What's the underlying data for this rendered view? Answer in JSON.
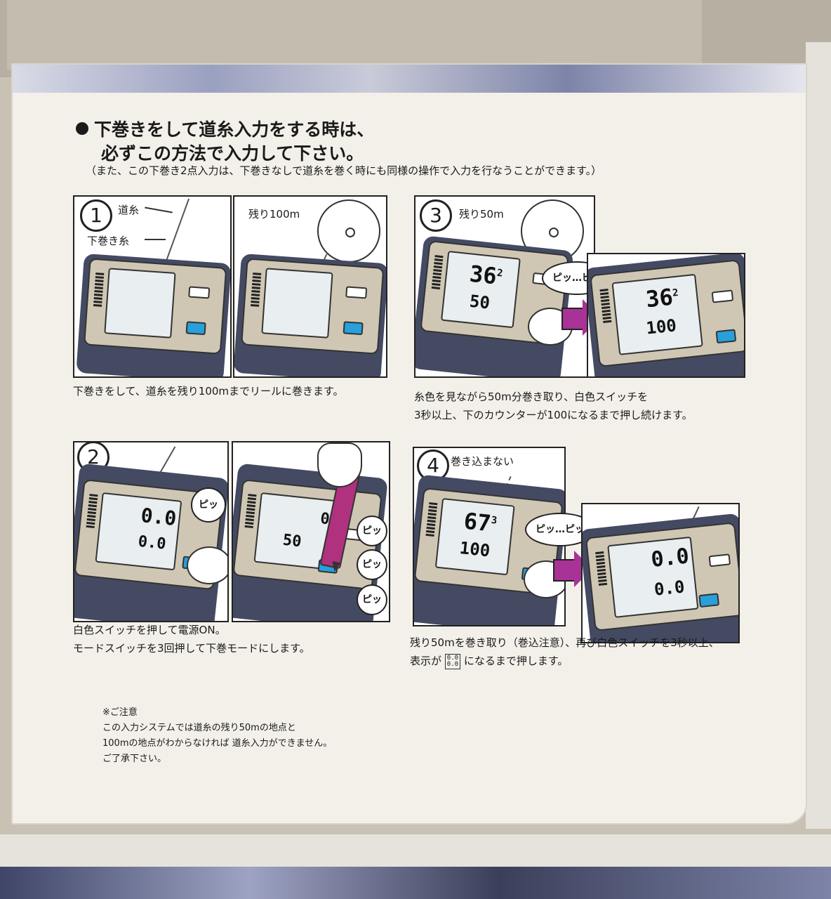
{
  "heading": {
    "line1": "下巻きをして道糸入力をする時は、",
    "line2": "必ずこの方法で入力して下さい。",
    "note": "（また、この下巻き2点入力は、下巻きなしで道糸を巻く時にも同様の操作で入力を行なうことができます。）"
  },
  "step1": {
    "number": "1",
    "label_line": "道糸",
    "label_backing": "下巻き糸",
    "label_remaining": "残り100m",
    "caption": "下巻きをして、道糸を残り100mまでリールに巻きます。"
  },
  "step2": {
    "number": "2",
    "beep": "ピッ",
    "lcd_left_top": "0.0",
    "lcd_left_bottom": "0.0",
    "lcd_right_bottom": "50",
    "lcd_right_top": "0",
    "caption_line1": "白色スイッチを押して電源ON。",
    "caption_line2": "モードスイッチを3回押して下巻モードにします。"
  },
  "step3": {
    "number": "3",
    "label_remaining": "残り50m",
    "beep": "ピッ…ピッ",
    "lcd_left_top": "36",
    "lcd_left_top_sup": "2",
    "lcd_left_bottom": "50",
    "lcd_right_top": "36",
    "lcd_right_top_sup": "2",
    "lcd_right_bottom": "100",
    "caption_line1": "糸色を見ながら50m分巻き取り、白色スイッチを",
    "caption_line2": "3秒以上、下のカウンターが100になるまで押し続けます。"
  },
  "step4": {
    "number": "4",
    "label_note": "巻き込まない",
    "beep": "ピッ…ピッ",
    "lcd_left_top": "67",
    "lcd_left_top_sup": "3",
    "lcd_left_bottom": "100",
    "lcd_right_top": "0.0",
    "lcd_right_bottom": "0.0",
    "caption_line1": "残り50mを巻き取り（巻込注意）、再び白色スイッチを3秒以上、",
    "caption_line2_pre": "表示が",
    "caption_line2_disp_top": "0.0",
    "caption_line2_disp_bottom": "0.0",
    "caption_line2_post": "になるまで押します。"
  },
  "footnote": {
    "title": "※ご注意",
    "line1": "この入力システムでは道糸の残り50mの地点と",
    "line2": "100mの地点がわからなければ 道糸入力ができません。",
    "line3": "ご了承下さい。"
  },
  "colors": {
    "device_body": "#444a62",
    "device_face": "#cfc7b4",
    "blue_button": "#27a0dc",
    "arrow": "#a83295"
  }
}
